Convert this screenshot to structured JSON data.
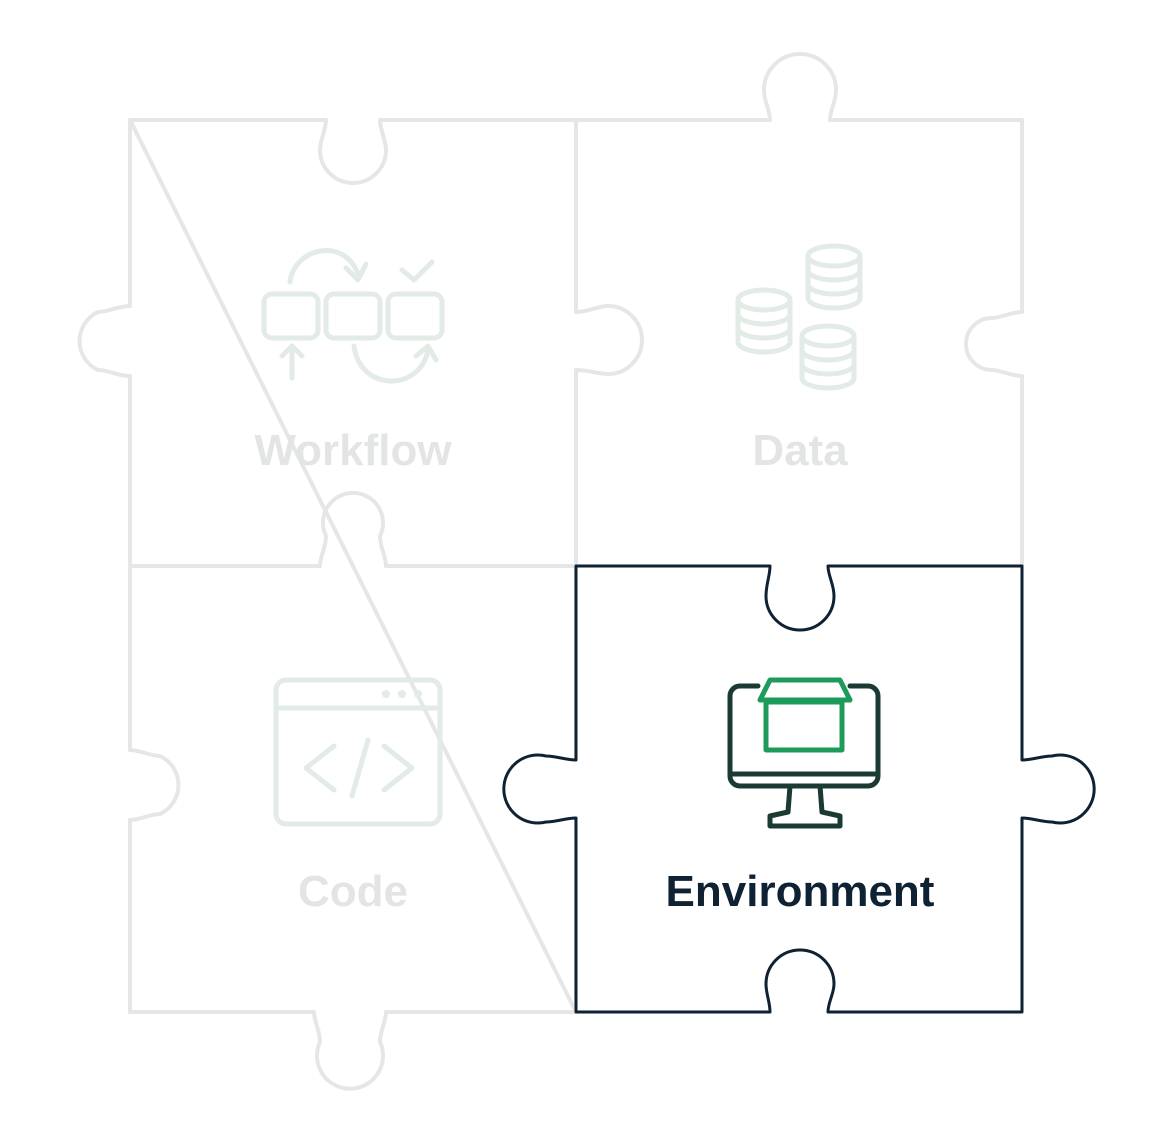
{
  "pieces": [
    {
      "id": "workflow",
      "label": "Workflow",
      "icon": "workflow-cycle-icon",
      "state": "inactive"
    },
    {
      "id": "data",
      "label": "Data",
      "icon": "database-stacks-icon",
      "state": "inactive"
    },
    {
      "id": "code",
      "label": "Code",
      "icon": "code-window-icon",
      "state": "inactive"
    },
    {
      "id": "environment",
      "label": "Environment",
      "icon": "monitor-package-icon",
      "state": "active"
    }
  ],
  "colors": {
    "inactive_outline": "#e5e7e6",
    "inactive_icon": "#e2ebe5",
    "inactive_label": "#e3e5e4",
    "active_outline": "#0f2233",
    "active_label": "#0f2233",
    "icon_dark": "#1a3a33",
    "icon_accent": "#1e9b5a"
  }
}
